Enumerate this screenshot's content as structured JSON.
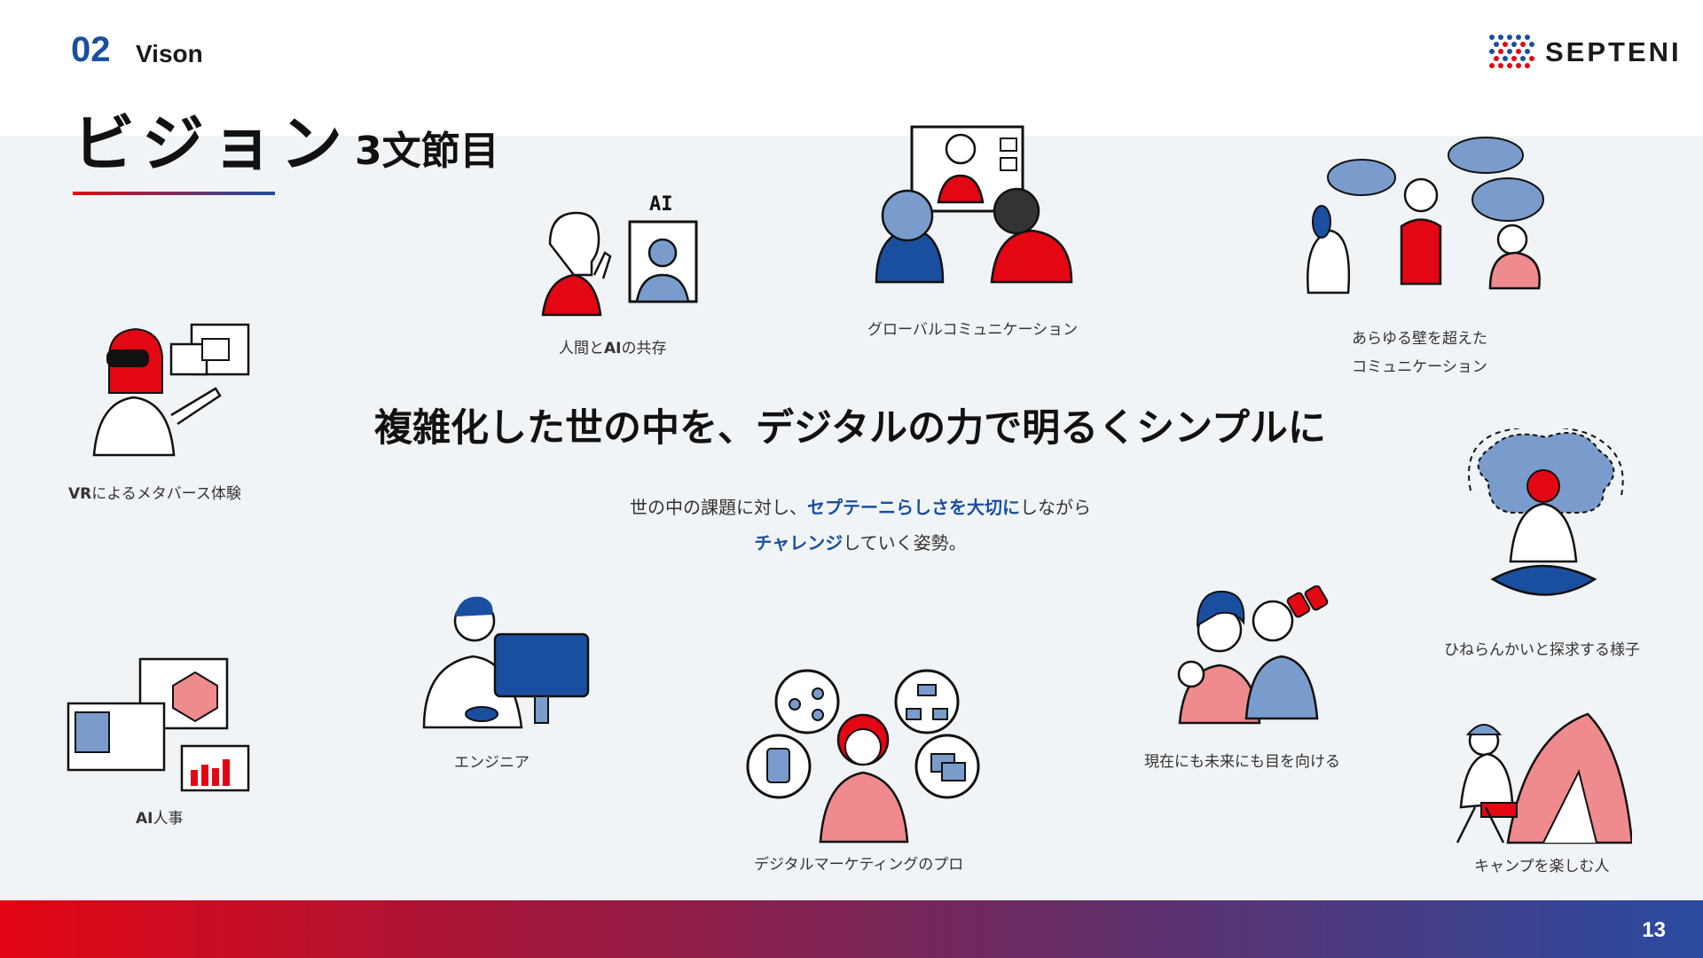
{
  "header": {
    "section_number": "02",
    "section_name": "Vison",
    "title": "ビジョン",
    "subtitle": "3文節目",
    "logo_text": "SEPTENI"
  },
  "main": {
    "headline": "複雑化した世の中を、デジタルの力で明るくシンプルに",
    "description": {
      "line1_part1": "世の中の課題に対し、",
      "line1_highlight": "セプテーニらしさを大切に",
      "line1_part2": "しながら",
      "line2_highlight": "チャレンジ",
      "line2_part2": "していく姿勢。"
    }
  },
  "illustrations": {
    "human_ai_prefix": "人間と",
    "human_ai_bold": "AI",
    "human_ai_suffix": "の共存",
    "ai_label": "AI",
    "global_comm": "グローバルコミュニケーション",
    "beyond_walls_line1": "あらゆる壁を超えた",
    "beyond_walls_line2": "コミュニケーション",
    "vr_bold": "VR",
    "vr_suffix": "によるメタバース体験",
    "curious": "ひねらんかいと探求する様子",
    "ai_hr_bold": "AI",
    "ai_hr_suffix": "人事",
    "engineer": "エンジニア",
    "digital_pro": "デジタルマーケティングのプロ",
    "future": "現在にも未来にも目を向ける",
    "camp": "キャンプを楽しむ人"
  },
  "footer": {
    "page_number": "13"
  },
  "colors": {
    "brand_blue": "#1a4fa0",
    "brand_red": "#e30613",
    "panel_bg": "#f1f4f7",
    "illus_blue_light": "#7a9ccc",
    "illus_pink": "#ef8a8f"
  }
}
